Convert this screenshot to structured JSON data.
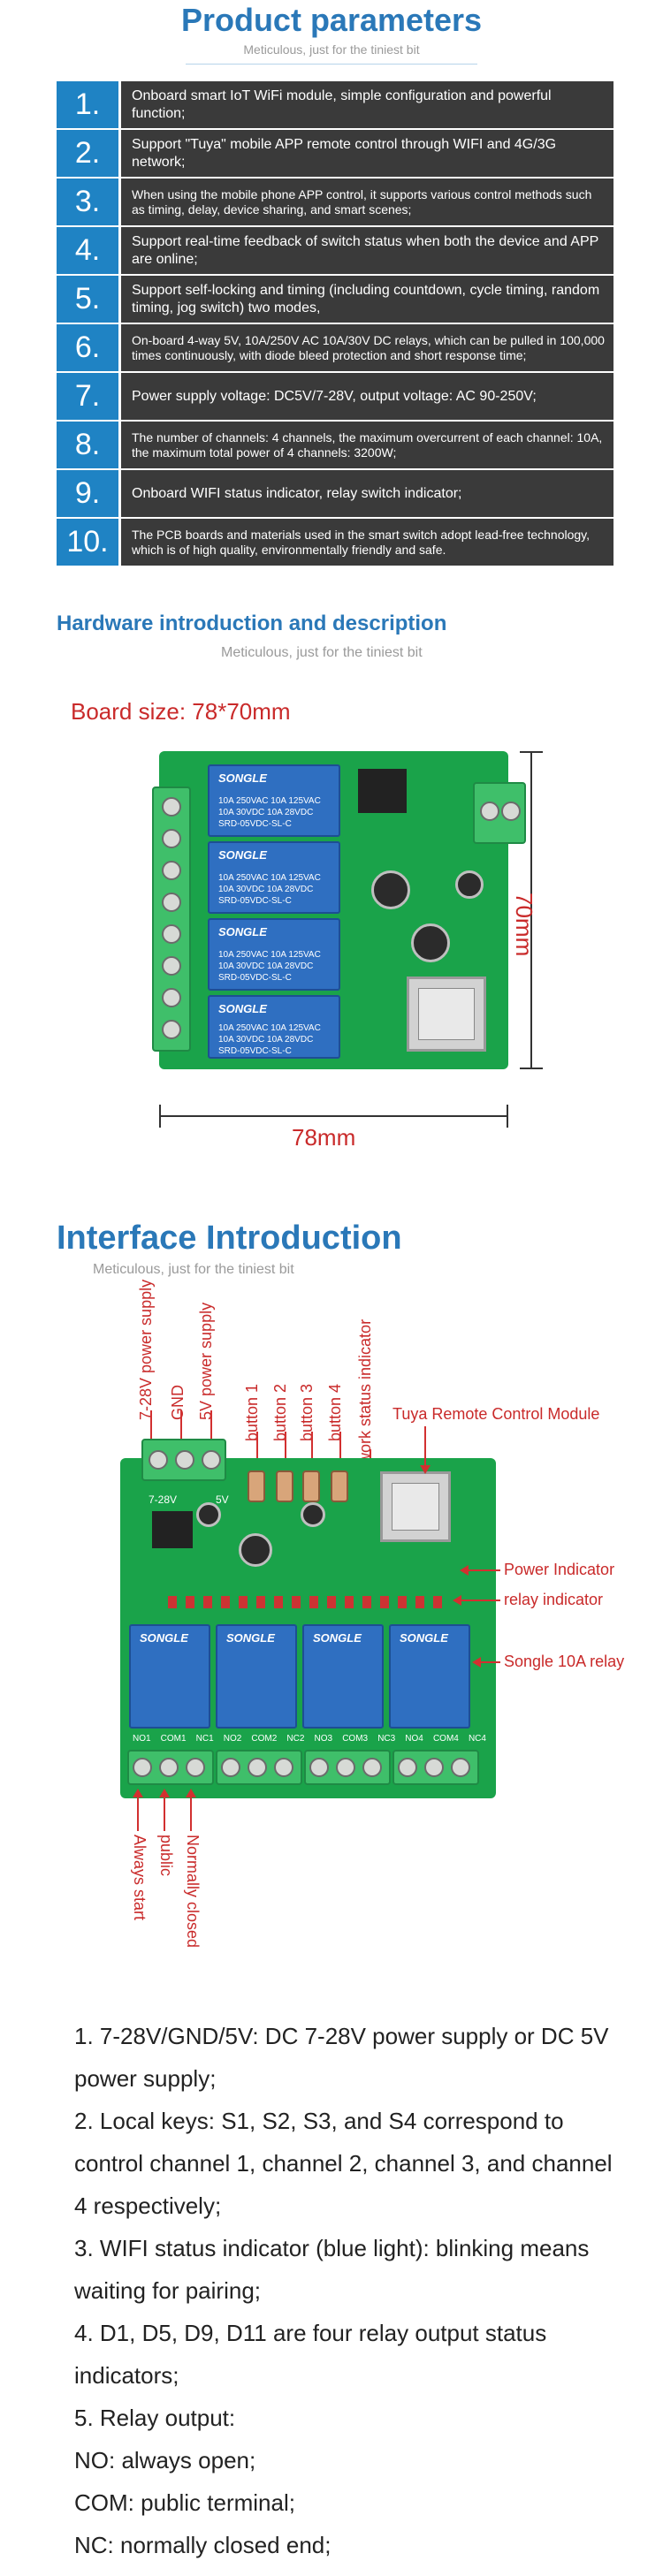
{
  "section_params": {
    "title": "Product parameters",
    "subtitle": "Meticulous, just for the tiniest bit",
    "items": [
      {
        "num": "1.",
        "text": "Onboard smart IoT WiFi module, simple configuration and powerful function;"
      },
      {
        "num": "2.",
        "text": "Support \"Tuya\" mobile APP remote control through WIFI and 4G/3G network;"
      },
      {
        "num": "3.",
        "text": "When using the mobile phone APP control, it supports various control methods such as timing, delay, device sharing, and smart scenes;"
      },
      {
        "num": "4.",
        "text": "Support real-time feedback of switch status when both the device and APP are online;"
      },
      {
        "num": "5.",
        "text": "Support self-locking and timing (including countdown, cycle timing, random timing, jog switch) two modes,"
      },
      {
        "num": "6.",
        "text": "On-board 4-way 5V, 10A/250V AC 10A/30V DC relays, which can be pulled in 100,000 times continuously, with diode bleed protection and short response time;"
      },
      {
        "num": "7.",
        "text": "Power supply voltage: DC5V/7-28V, output voltage: AC 90-250V;"
      },
      {
        "num": "8.",
        "text": "The number of channels: 4 channels, the maximum overcurrent of each channel: 10A, the maximum total power of 4 channels: 3200W;"
      },
      {
        "num": "9.",
        "text": "Onboard WIFI status indicator, relay switch indicator;"
      },
      {
        "num": "10.",
        "text": "The PCB boards and materials used in the smart switch adopt lead-free technology, which is of high quality, environmentally friendly and safe."
      }
    ]
  },
  "section_hardware": {
    "title": "Hardware introduction and description",
    "subtitle": "Meticulous, just for the tiniest bit",
    "board_size": "Board size: 78*70mm",
    "width_label": "78mm",
    "height_label": "70mm",
    "relay_brand": "SONGLE",
    "relay_spec_lines": [
      "10A 250VAC  10A 125VAC",
      "10A 30VDC  10A 28VDC",
      "SRD-05VDC-SL-C"
    ]
  },
  "section_interface": {
    "title": "Interface Introduction",
    "subtitle": "Meticulous, just for the tiniest bit",
    "top_labels": [
      "7-28V power supply",
      "GND",
      "5V power supply",
      "button 1",
      "button 2",
      "button 3",
      "button 4",
      "work status indicator"
    ],
    "right_labels": [
      "Tuya Remote Control Module",
      "Power Indicator",
      "relay indicator",
      "Songle 10A relay"
    ],
    "bottom_labels": [
      "Always start",
      "public",
      "Normally closed"
    ],
    "terminal_labels": [
      "NO1",
      "COM1",
      "NC1",
      "NO2",
      "COM2",
      "NC2",
      "NO3",
      "COM3",
      "NC3",
      "NO4",
      "COM4",
      "NC4"
    ],
    "board_marks": [
      "7-28V",
      "5V"
    ]
  },
  "notes": [
    "1. 7-28V/GND/5V: DC 7-28V power supply or DC 5V power supply;",
    "2. Local keys: S1, S2, S3, and S4 correspond to control channel 1, channel 2, channel 3, and channel 4 respectively;",
    "3. WIFI status indicator (blue light): blinking means waiting for pairing;",
    "4. D1, D5, D9, D11 are four relay output status indicators;",
    "5. Relay output:",
    "NO: always open;",
    "COM: public terminal;",
    "NC: normally closed end;"
  ]
}
